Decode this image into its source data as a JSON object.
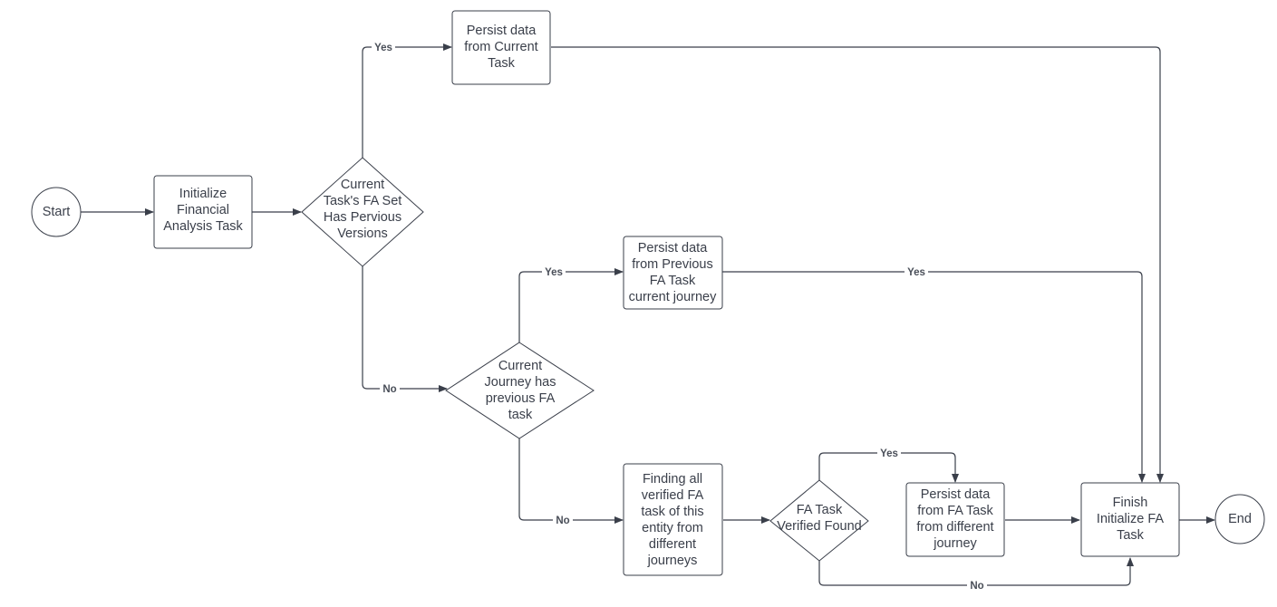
{
  "colors": {
    "stroke": "#3a3f4a",
    "text": "#3a3f4a",
    "background": "#ffffff"
  },
  "nodes": {
    "start": {
      "lines": [
        "Start"
      ]
    },
    "init": {
      "lines": [
        "Initialize",
        "Financial",
        "Analysis Task"
      ]
    },
    "d1": {
      "lines": [
        "Current",
        "Task's FA Set",
        "Has Pervious",
        "Versions"
      ]
    },
    "p1": {
      "lines": [
        "Persist data",
        "from Current",
        "Task"
      ]
    },
    "p2": {
      "lines": [
        "Persist data",
        "from Previous",
        "FA Task",
        "current journey"
      ]
    },
    "d2": {
      "lines": [
        "Current",
        "Journey has",
        "previous FA",
        "task"
      ]
    },
    "find": {
      "lines": [
        "Finding all",
        "verified FA",
        "task of this",
        "entity from",
        "different",
        "journeys"
      ]
    },
    "d3": {
      "lines": [
        "FA Task",
        "Verified Found"
      ]
    },
    "p3": {
      "lines": [
        "Persist data",
        "from FA Task",
        "from different",
        "journey"
      ]
    },
    "finish": {
      "lines": [
        "Finish",
        "Initialize FA",
        "Task"
      ]
    },
    "end": {
      "lines": [
        "End"
      ]
    }
  },
  "edge_labels": {
    "d1_yes": "Yes",
    "d1_no": "No",
    "d2_yes": "Yes",
    "p2_yes": "Yes",
    "d2_no": "No",
    "d3_yes": "Yes",
    "d3_no": "No"
  }
}
